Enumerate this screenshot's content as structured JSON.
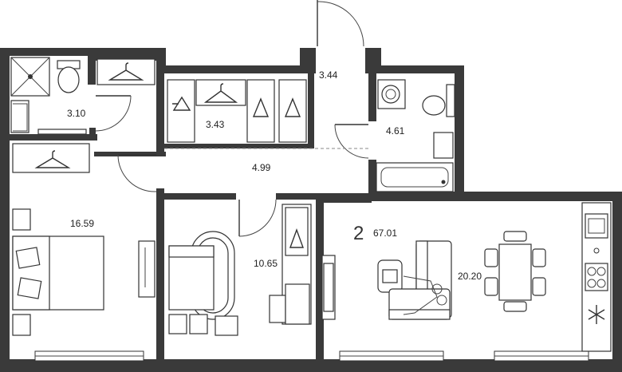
{
  "apartment": {
    "rooms_count": "2",
    "total_area": "67.01"
  },
  "rooms": {
    "bathroom_small": "3.10",
    "wardrobe": "3.43",
    "hall_closet": "3.44",
    "bathroom_main": "4.61",
    "corridor": "4.99",
    "bedroom": "16.59",
    "study": "10.65",
    "living_kitchen": "20.20"
  },
  "colors": {
    "wall": "#3a3a3a",
    "line": "#333333",
    "background": "#ffffff"
  }
}
